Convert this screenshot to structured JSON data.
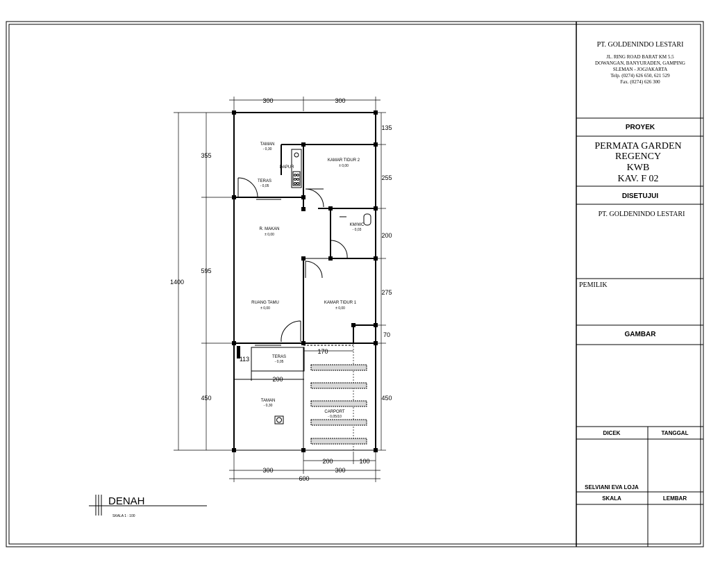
{
  "company": {
    "name": "PT. GOLDENINDO LESTARI",
    "address_1": "JL. RING ROAD BARAT KM 5.5",
    "address_2": "DOWANGAN, BANYURADEN, GAMPING",
    "address_3": "SLEMAN - JOGJAKARTA",
    "phone": "Telp. (0274) 626 650, 621 529",
    "fax": "Fax. (0274) 626 300"
  },
  "title_block": {
    "proyek_label": "PROYEK",
    "project_1": "PERMATA GARDEN",
    "project_2": "REGENCY",
    "project_3": "KWB",
    "project_4": "KAV. F 02",
    "disetujui_label": "DISETUJUI",
    "approver": "PT. GOLDENINDO LESTARI",
    "pemilik_label": "PEMILIK",
    "gambar_label": "GAMBAR",
    "dicek_label": "DICEK",
    "tanggal_label": "TANGGAL",
    "checker": "SELVIANI EVA LOJA",
    "skala_label": "SKALA",
    "lembar_label": "LEMBAR"
  },
  "plan": {
    "title": "DENAH",
    "scale_text": "SKALA        1  :  100",
    "rooms": {
      "taman_top": "TAMAN",
      "taman_top_level": "- 0,30",
      "dapur": "DAPUR",
      "teras_top": "TERAS",
      "teras_top_level": "- 0,05",
      "kamar_tidur_2": "KAMAR TIDUR 2",
      "kamar_tidur_2_level": "± 0,00",
      "kmwc": "KM/WC",
      "kmwc_level": "- 0,03",
      "r_makan": "R. MAKAN",
      "r_makan_level": "± 0,00",
      "ruang_tamu": "RUANG TAMU",
      "ruang_tamu_level": "± 0,00",
      "kamar_tidur_1": "KAMAR TIDUR 1",
      "kamar_tidur_1_level": "± 0,00",
      "teras_bottom": "TERAS",
      "teras_bottom_level": "- 0,05",
      "taman_bottom": "TAMAN",
      "taman_bottom_level": "- 0,30",
      "carport": "CARPORT",
      "carport_level": "- 0,05/10"
    },
    "dims": {
      "top_left": "300",
      "top_right": "300",
      "bottom_left": "300",
      "bottom_right": "300",
      "total_width": "600",
      "left_355": "355",
      "left_595": "595",
      "left_450": "450",
      "left_total": "1400",
      "right_135": "135",
      "right_255": "255",
      "right_200": "200",
      "right_275": "275",
      "right_70": "70",
      "right_450": "450",
      "inner_170": "170",
      "inner_113": "113",
      "inner_200": "200",
      "bottom_200": "200",
      "bottom_100": "100"
    }
  }
}
